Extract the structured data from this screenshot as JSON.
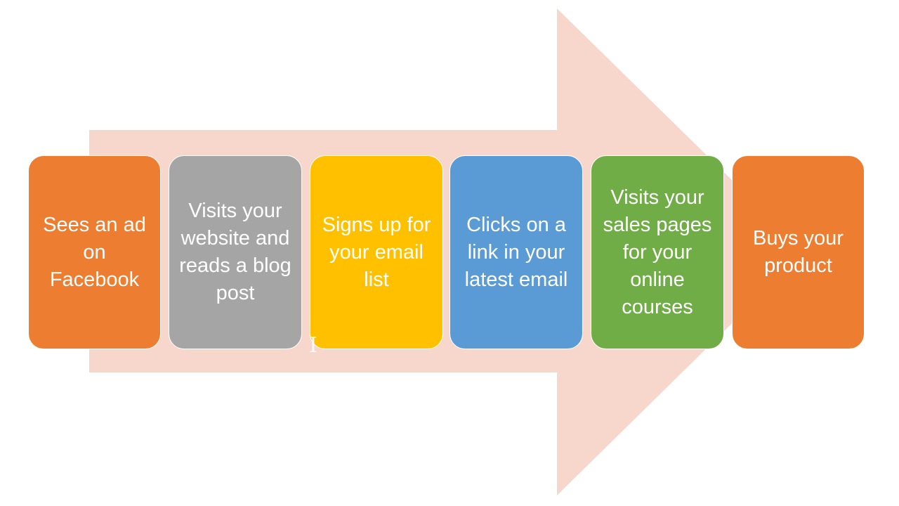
{
  "steps": [
    {
      "label": "Sees an ad on Facebook",
      "color": "#ED7D31"
    },
    {
      "label": "Visits your website and reads a blog post",
      "color": "#A5A5A5"
    },
    {
      "label": "Signs up for your email list",
      "color": "#FFC000"
    },
    {
      "label": "Clicks on a link in your latest email",
      "color": "#5B9BD5"
    },
    {
      "label": "Visits your sales pages for your online courses",
      "color": "#70AD47"
    },
    {
      "label": "Buys your product",
      "color": "#ED7D31"
    }
  ],
  "arrow_color": "#F7D7CC"
}
